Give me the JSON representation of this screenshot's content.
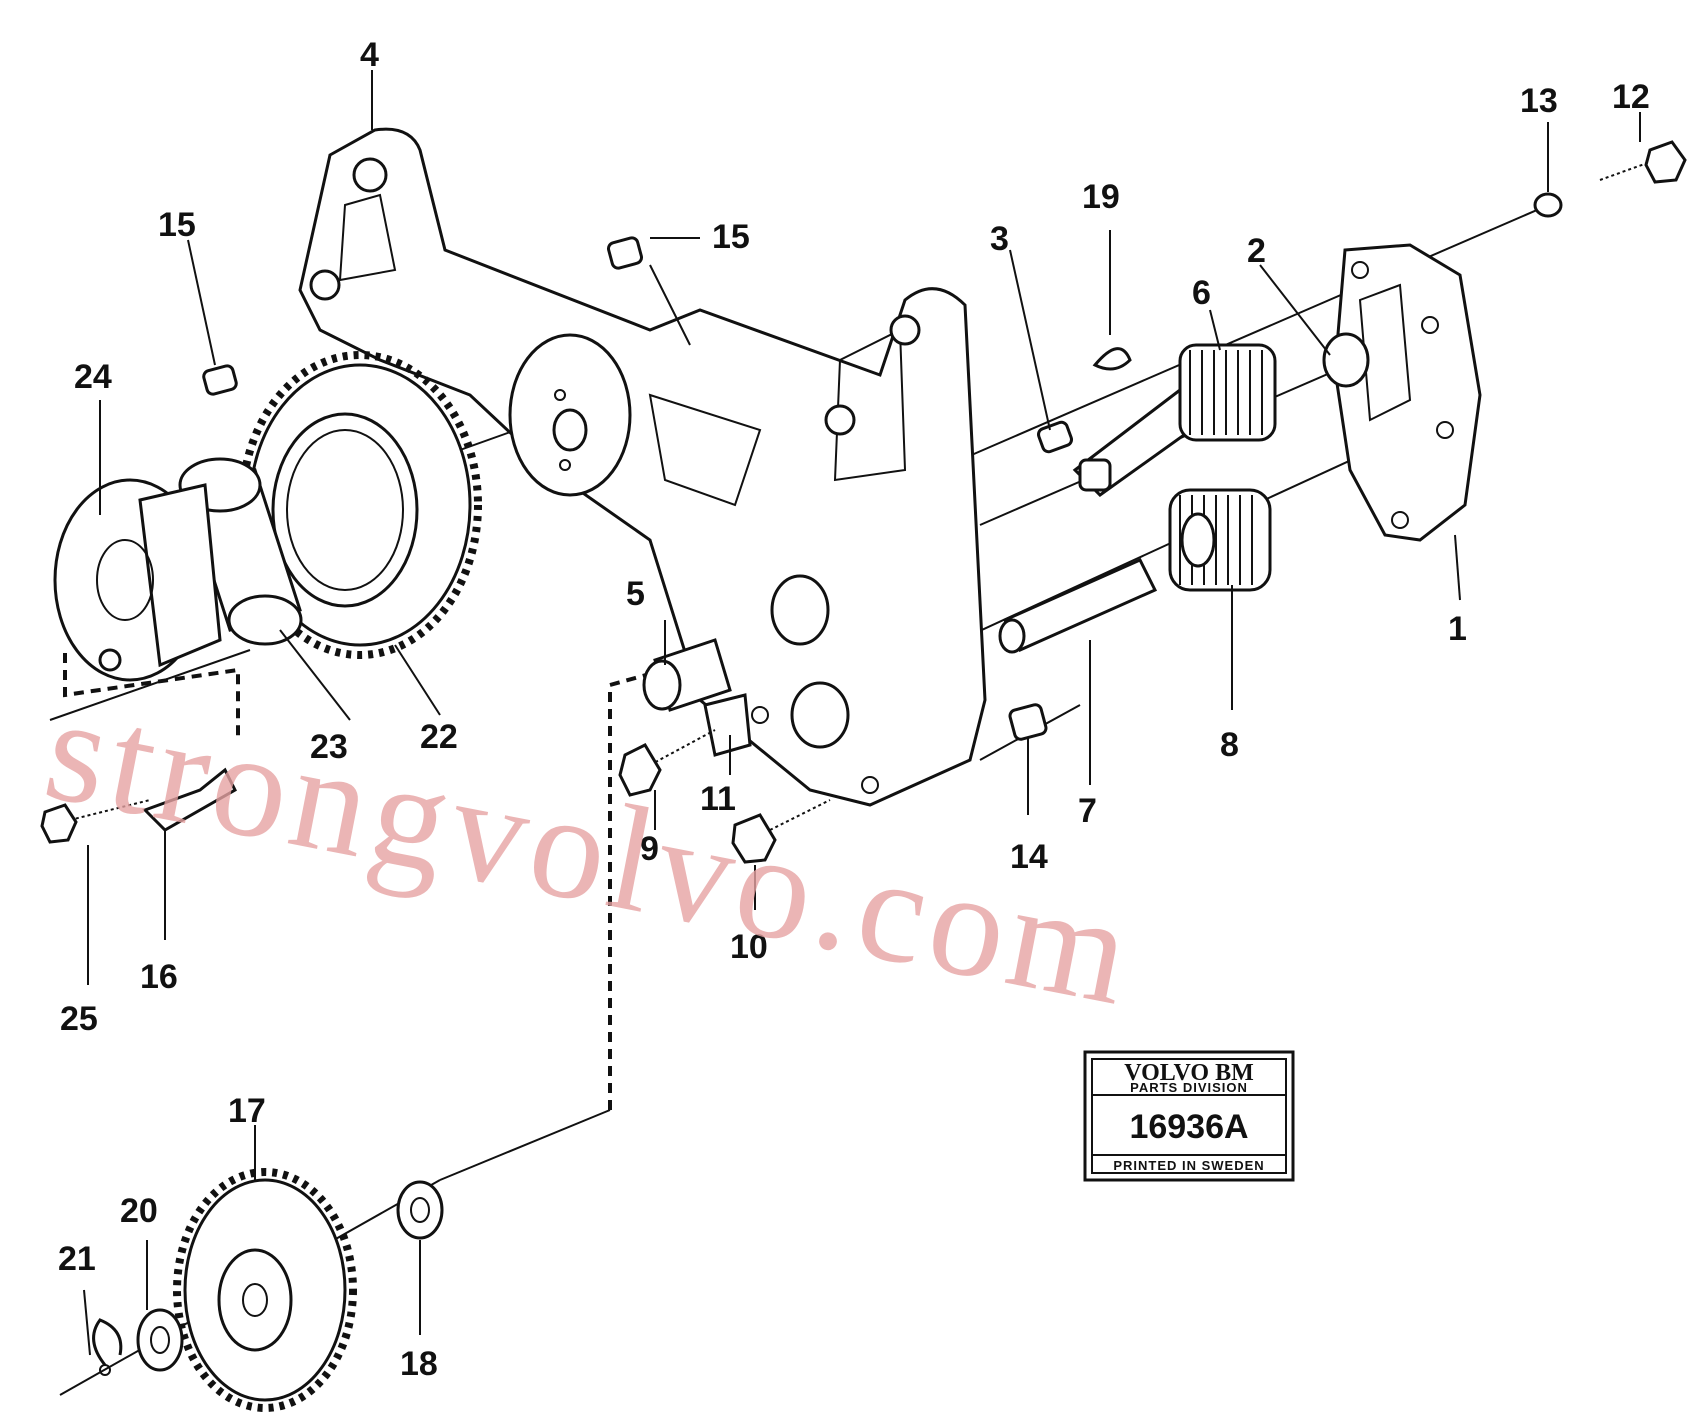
{
  "callouts": [
    "1",
    "2",
    "3",
    "4",
    "5",
    "6",
    "7",
    "8",
    "9",
    "10",
    "11",
    "12",
    "13",
    "14",
    "15",
    "16",
    "17",
    "18",
    "19",
    "20",
    "21",
    "22",
    "23",
    "24",
    "25"
  ],
  "watermark": "strongvolvo.com",
  "badge": {
    "brand": "VOLVO BM",
    "division": "PARTS DIVISION",
    "code": "16936A",
    "footer": "PRINTED IN SWEDEN"
  },
  "colors": {
    "ink": "#111111",
    "watermark": "#e6a3a3",
    "paper": "#ffffff"
  }
}
